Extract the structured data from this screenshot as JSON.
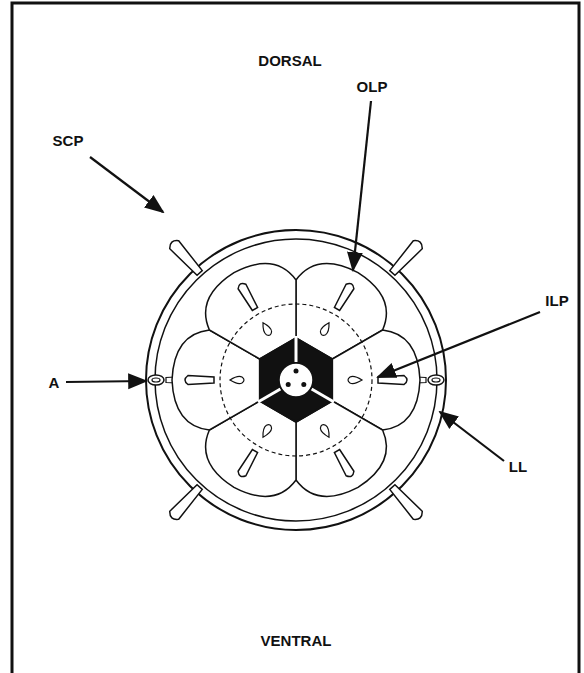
{
  "diagram": {
    "labels": [
      "DORSAL",
      "OLP",
      "SCP",
      "ILP",
      "A",
      "LL",
      "VENTRAL"
    ]
  }
}
